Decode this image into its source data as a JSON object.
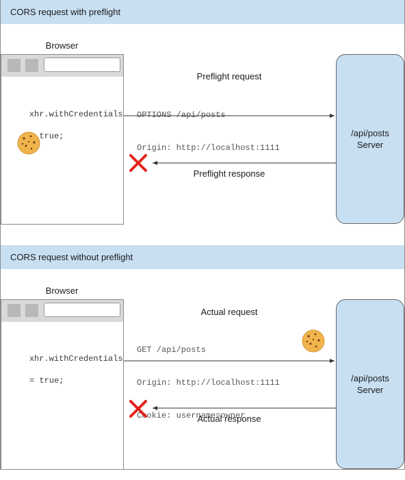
{
  "panels": [
    {
      "title": "CORS request with preflight",
      "browser_label": "Browser",
      "code_lines": [
        "xhr.withCredentials",
        "= true;"
      ],
      "request_label": "Preflight request",
      "request_lines": [
        "OPTIONS /api/posts",
        "Origin: http://localhost:1111"
      ],
      "response_label": "Preflight response",
      "server_lines": [
        "/api/posts",
        "Server"
      ],
      "cookie_in_browser": true,
      "cookie_in_request": false,
      "response_blocked": true
    },
    {
      "title": "CORS request without preflight",
      "browser_label": "Browser",
      "code_lines": [
        "xhr.withCredentials",
        "= true;"
      ],
      "request_label": "Actual request",
      "request_lines": [
        "GET /api/posts",
        "Origin: http://localhost:1111",
        "Cookie: username=owner"
      ],
      "response_label": "Actual response",
      "server_lines": [
        "/api/posts",
        "Server"
      ],
      "cookie_in_browser": false,
      "cookie_in_request": true,
      "response_blocked": true
    }
  ],
  "colors": {
    "band": "#c8dff2",
    "server_fill": "#c8dff2",
    "blocked_x": "#e2231a",
    "cookie": "#f0b44c",
    "cookie_chip": "#6b3b1a"
  },
  "icons": {
    "cookie": "cookie-icon",
    "blocked": "blocked-x-icon"
  }
}
